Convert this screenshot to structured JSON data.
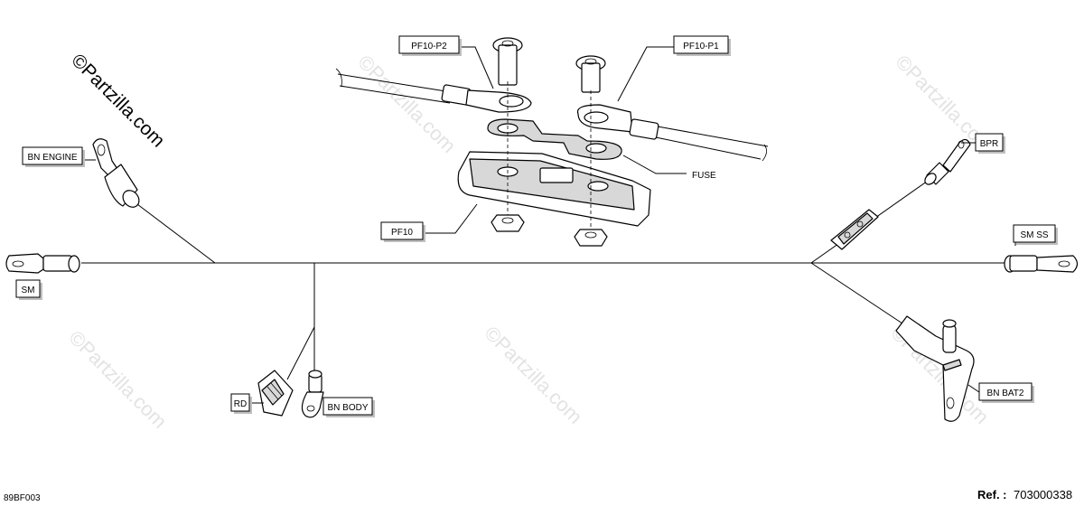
{
  "watermark": {
    "main": "©Partzilla.com",
    "faint": "©Partzilla.com"
  },
  "callouts": {
    "pf10_p2": "PF10-P2",
    "pf10_p1": "PF10-P1",
    "bn_engine": "BN ENGINE",
    "bpr": "BPR",
    "fuse": "FUSE",
    "pf10": "PF10",
    "sm": "SM",
    "sm_ss": "SM SS",
    "rd": "RD",
    "bn_body": "BN BODY",
    "bn_bat2": "BN BAT2"
  },
  "footer": {
    "code": "89BF003",
    "ref_label": "Ref. :",
    "ref_number": "703000338"
  }
}
